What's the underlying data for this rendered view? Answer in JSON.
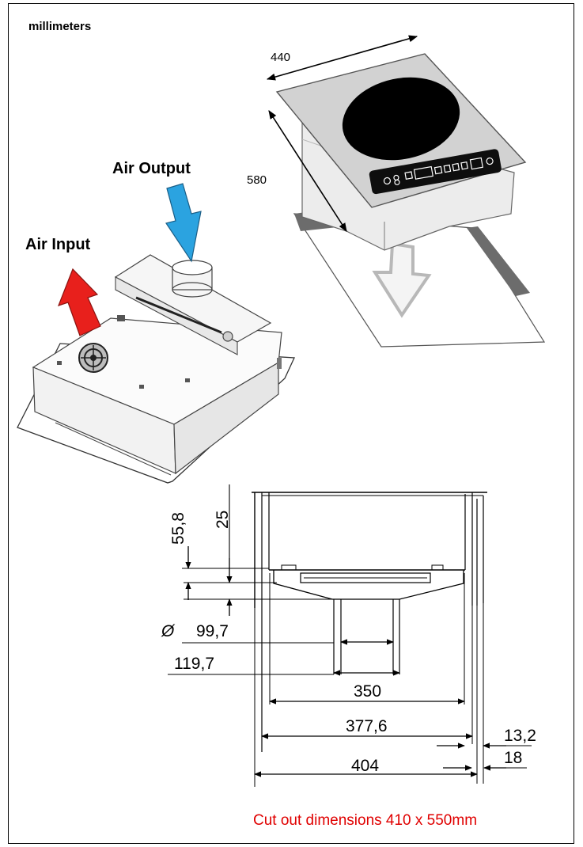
{
  "units_label": "millimeters",
  "air_output_label": "Air Output",
  "air_input_label": "Air Input",
  "cooktop_dimensions": {
    "width": "440",
    "depth": "580"
  },
  "section_dimensions": {
    "d_55_8": "55,8",
    "d_25": "25",
    "d_phi": "Ø",
    "d_99_7": "99,7",
    "d_119_7": "119,7",
    "d_350": "350",
    "d_377_6": "377,6",
    "d_13_2": "13,2",
    "d_18": "18",
    "d_404": "404"
  },
  "cutout_note": "Cut out dimensions 410 x 550mm",
  "colors": {
    "air_output_arrow": "#2ba3e0",
    "air_input_arrow": "#e8201c",
    "cutout_note": "#e00000",
    "hob_glass": "#d2d2d2",
    "hob_body": "#ececec",
    "cooking_zone": "#000000"
  },
  "icons": [
    "air-output-arrow-icon",
    "air-input-arrow-icon",
    "insert-down-arrow-icon",
    "fan-icon"
  ]
}
